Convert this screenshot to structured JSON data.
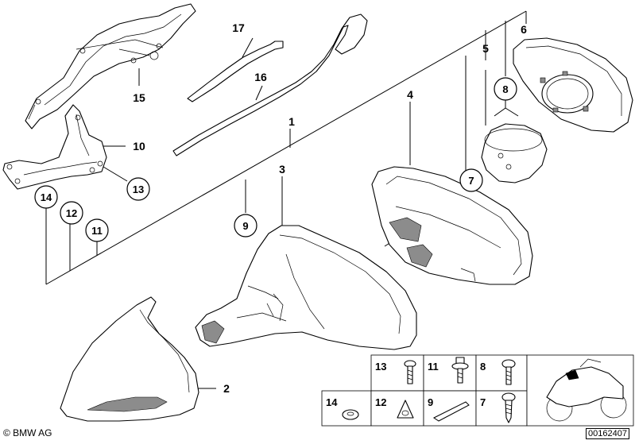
{
  "labels": {
    "p1": "1",
    "p2": "2",
    "p3": "3",
    "p4": "4",
    "p5": "5",
    "p6": "6",
    "p7": "7",
    "p8": "8",
    "p9": "9",
    "p10": "10",
    "p11": "11",
    "p12": "12",
    "p13": "13",
    "p14": "14",
    "p15": "15",
    "p16": "16",
    "p17": "17",
    "p13b": "13"
  },
  "legend": {
    "top_row": [
      "13",
      "11",
      "8"
    ],
    "bottom_row": [
      "14",
      "12",
      "9",
      "7"
    ]
  },
  "footer": {
    "copyright": "© BMW AG",
    "doc_id": "00162407"
  }
}
